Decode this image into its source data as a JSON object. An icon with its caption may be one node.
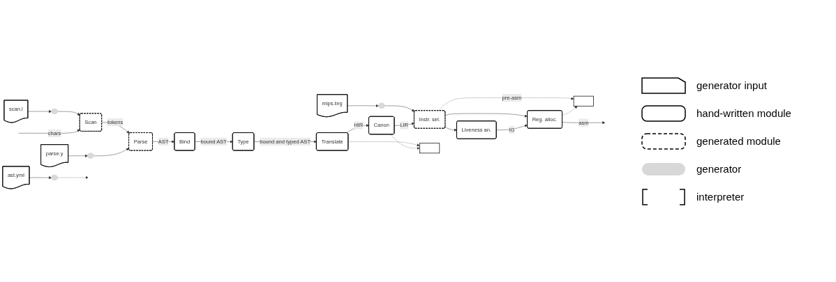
{
  "diagram": {
    "nodes": [
      {
        "text": [
          "scan.l"
        ]
      },
      {
        "text": [],
        "shape": "bar"
      },
      {
        "text": [
          "Scan"
        ]
      },
      {
        "text": [
          "parse.y"
        ]
      },
      {
        "text": [],
        "shape": "bar"
      },
      {
        "text": [
          "Parse"
        ]
      },
      {
        "text": [
          "ast.yml"
        ]
      },
      {
        "text": [],
        "shape": "bar"
      },
      {
        "text": [
          "Bind"
        ]
      },
      {
        "text": [
          "Type"
        ]
      },
      {
        "text": [
          "Translate"
        ]
      },
      {
        "text": [
          "mips.brg"
        ]
      },
      {
        "text": [],
        "shape": "bar"
      },
      {
        "text": [
          "Canon"
        ]
      },
      {
        "text": [
          "Instr. sel."
        ]
      },
      {
        "text": [
          "Liveness an."
        ]
      },
      {
        "text": [
          "Reg. alloc."
        ]
      },
      {
        "text": [],
        "shape": "box"
      },
      {
        "text": [],
        "shape": "box"
      }
    ],
    "edges": [
      {
        "from": 0,
        "to": 1,
        "arrow": "to"
      },
      {
        "from": 1,
        "to": 2,
        "arrow": "to"
      },
      {
        "from": null,
        "to": 2,
        "label": "chars",
        "arrow": "to"
      },
      {
        "from": 2,
        "to": 5,
        "label": "tokens",
        "arrow": "to"
      },
      {
        "from": 3,
        "to": 4,
        "arrow": "to"
      },
      {
        "from": 4,
        "to": 5,
        "arrow": "to"
      },
      {
        "from": 6,
        "to": 7,
        "arrow": "to"
      },
      {
        "from": 7,
        "to": null,
        "arrow": "to",
        "style": "dashed"
      },
      {
        "from": 5,
        "to": 8,
        "label": "AST",
        "arrow": "to"
      },
      {
        "from": 8,
        "to": 9,
        "label": "bound AST",
        "arrow": "to"
      },
      {
        "from": 9,
        "to": 10,
        "label": "bound and typed AST",
        "arrow": "to"
      },
      {
        "from": 10,
        "to": 13,
        "label": "HIR",
        "arrow": "to"
      },
      {
        "from": 11,
        "to": 12,
        "arrow": "to"
      },
      {
        "from": 12,
        "to": 14,
        "arrow": "to"
      },
      {
        "from": 13,
        "to": 14,
        "label": "LIR",
        "arrow": "to"
      },
      {
        "from": 14,
        "to": 15,
        "arrow": "to"
      },
      {
        "from": 14,
        "to": 16,
        "arrow": "to"
      },
      {
        "from": 15,
        "to": 16,
        "label": "IG",
        "arrow": "to"
      },
      {
        "from": 16,
        "to": null,
        "label": "asm",
        "arrow": "to"
      },
      {
        "from": 10,
        "to": 17,
        "arrow": "to",
        "style": "dashed"
      },
      {
        "from": 13,
        "to": 17,
        "arrow": "to",
        "style": "dashed"
      },
      {
        "from": 14,
        "to": 18,
        "label": "pre-asm",
        "arrow": "to",
        "style": "dashed"
      },
      {
        "from": 16,
        "to": 18,
        "arrow": "to",
        "style": "dashed"
      }
    ],
    "legend": [
      {
        "text": "generator input"
      },
      {
        "text": "hand-written module"
      },
      {
        "text": "generated module"
      },
      {
        "text": "generator"
      },
      {
        "text": "interpreter"
      }
    ]
  }
}
